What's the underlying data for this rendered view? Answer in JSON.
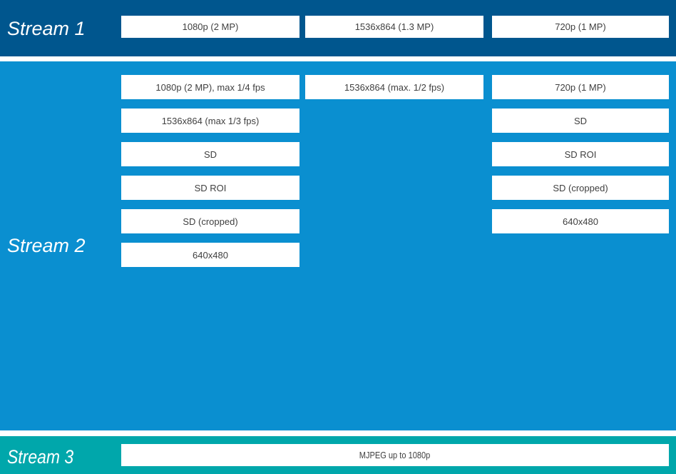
{
  "title": "Video stream capability diagram",
  "colors": {
    "stream1_bg": "#00568E",
    "stream2_bg": "#0A8FD0",
    "stream3_bg": "#00A7AB",
    "box_bg": "#FFFFFF",
    "box_text": "#3F3F3F",
    "label_text": "#FFFFFF"
  },
  "stream1": {
    "label": "Stream 1",
    "boxes": [
      "1080p (2 MP)",
      "1536x864 (1.3 MP)",
      "720p (1 MP)"
    ]
  },
  "stream2": {
    "label": "Stream 2",
    "col1": [
      "1080p (2 MP), max 1/4 fps",
      "1536x864 (max 1/3 fps)",
      "SD",
      "SD ROI",
      "SD (cropped)",
      "640x480"
    ],
    "col2": [
      "1536x864 (max. 1/2 fps)"
    ],
    "col3": [
      "720p (1 MP)",
      "SD",
      "SD ROI",
      "SD (cropped)",
      "640x480"
    ]
  },
  "stream3": {
    "label": "Stream 3",
    "boxes": [
      "MJPEG up to 1080p"
    ]
  }
}
